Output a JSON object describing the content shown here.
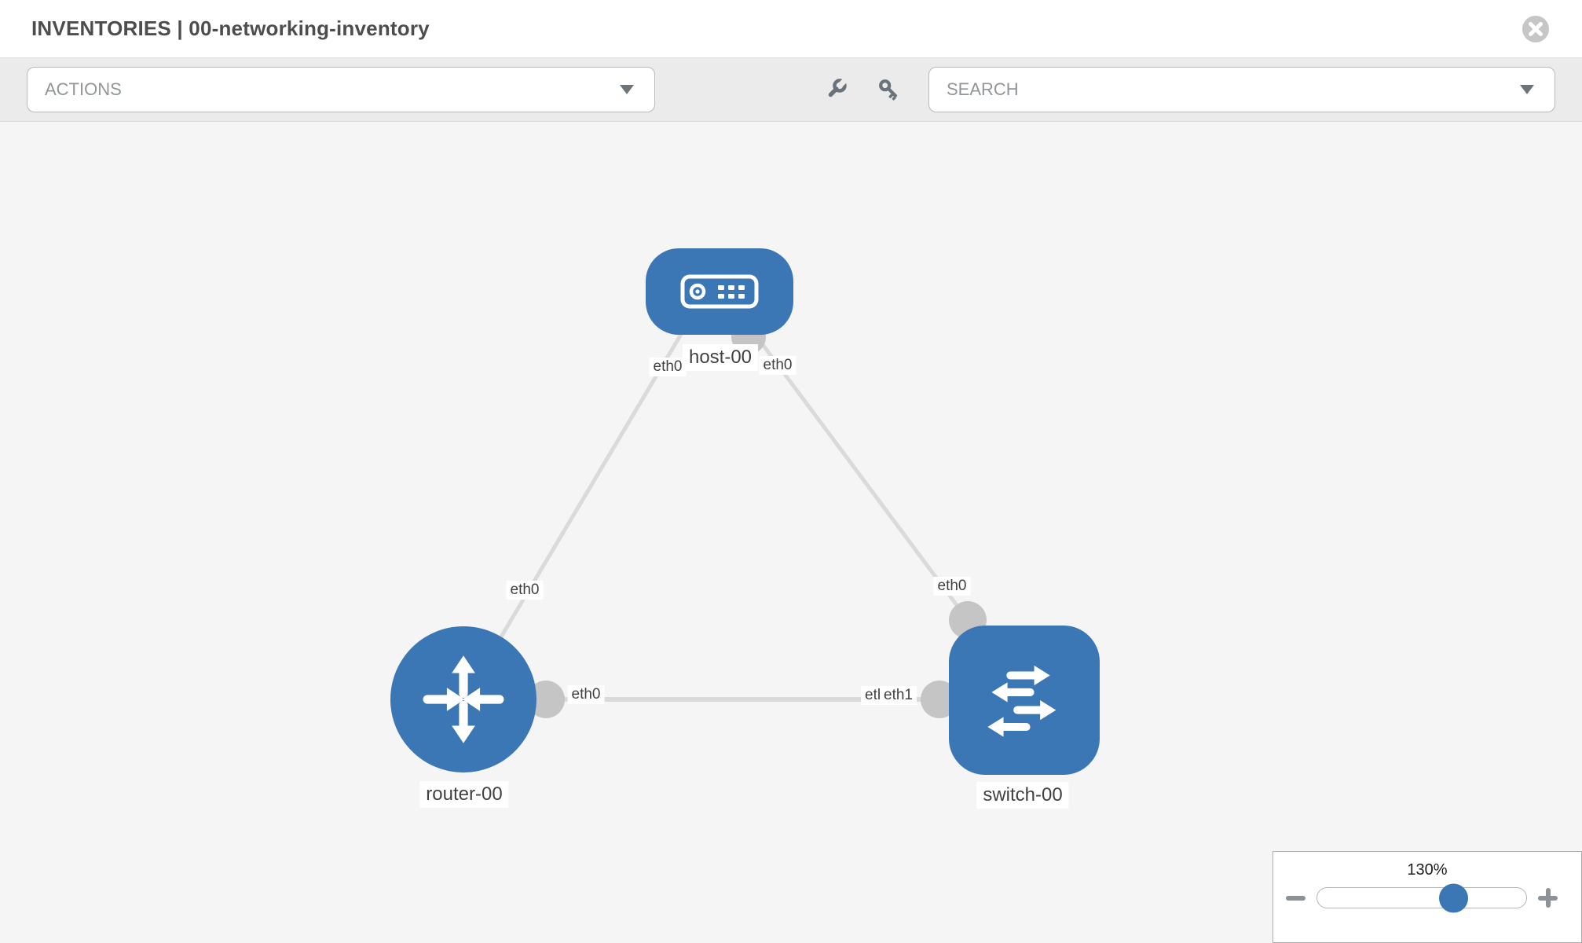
{
  "window": {
    "title": "INVENTORIES | 00-networking-inventory",
    "section": "INVENTORIES",
    "inventory_name": "00-networking-inventory"
  },
  "toolbar": {
    "actions_label": "ACTIONS",
    "search_label": "SEARCH",
    "icons": [
      "wrench-icon",
      "key-icon"
    ]
  },
  "topology": {
    "nodes": [
      {
        "id": "host-00",
        "type": "host",
        "label": "host-00"
      },
      {
        "id": "router-00",
        "type": "router",
        "label": "router-00"
      },
      {
        "id": "switch-00",
        "type": "switch",
        "label": "switch-00"
      }
    ],
    "links": [
      {
        "from": "router-00",
        "to": "host-00",
        "from_interface": "eth0",
        "to_interface": "eth0"
      },
      {
        "from": "switch-00",
        "to": "host-00",
        "from_interface": "eth0",
        "to_interface": "eth0"
      },
      {
        "from": "router-00",
        "to": "switch-00",
        "from_interface": "eth0",
        "to_interface": "eth1"
      }
    ],
    "interface_labels": {
      "host_left": "eth0",
      "host_right": "eth0",
      "router_host_mid": "eth0",
      "switch_host_mid": "eth0",
      "horizontal_near_router": "eth0",
      "horizontal_near_switch_back": "eth0",
      "horizontal_near_switch_front": "eth1"
    }
  },
  "zoom_control": {
    "level": "130%",
    "icons": [
      "minus-icon",
      "plus-icon"
    ]
  },
  "colors": {
    "node_blue": "#3c77b5",
    "link_gray": "#dadada",
    "connector_gray": "#c5c5c5",
    "canvas_bg": "#f5f5f6",
    "toolbar_bg": "#ebebeb"
  }
}
